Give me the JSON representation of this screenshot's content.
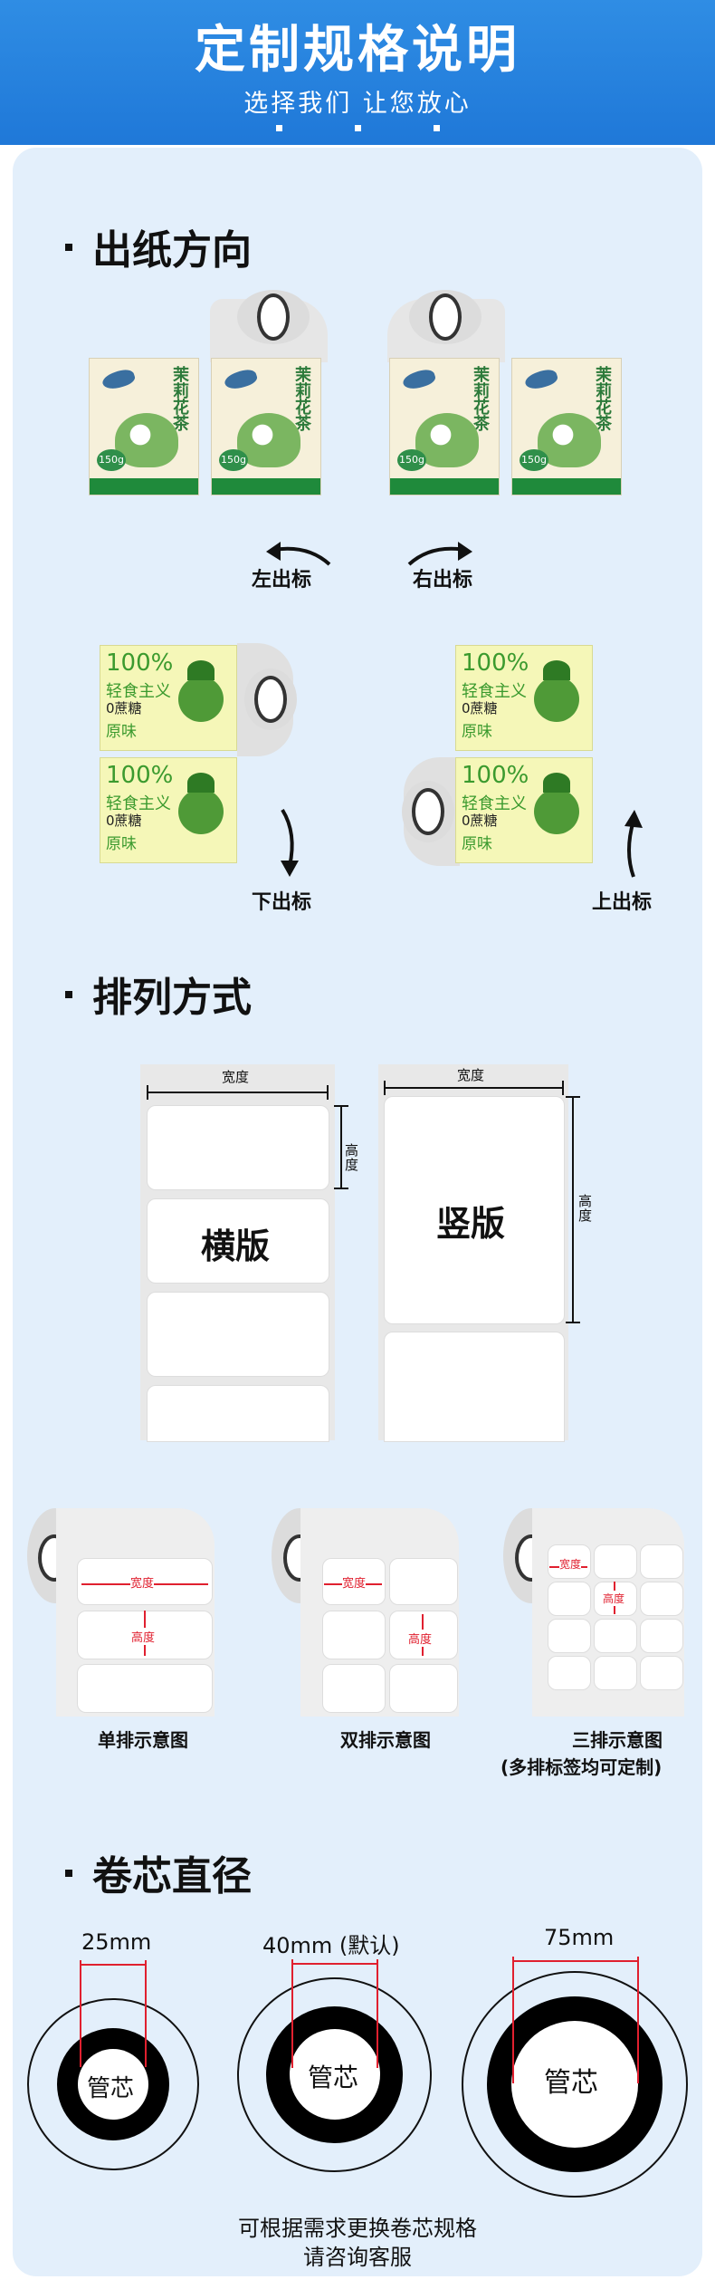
{
  "header": {
    "title": "定制规格说明",
    "subtitle": "选择我们  让您放心"
  },
  "sections": {
    "direction": {
      "title": "出纸方向",
      "labels": {
        "left": "左出标",
        "right": "右出标",
        "down": "下出标",
        "up": "上出标"
      },
      "jasmine_label": {
        "name": "茉莉花茶",
        "weight": "150g"
      },
      "lime_label": {
        "pct": "100%",
        "line2": "轻食主义",
        "line3": "0蔗糖",
        "line4": "原味"
      }
    },
    "arrangement": {
      "title": "排列方式",
      "width_label": "宽度",
      "height_label": "高度",
      "horizontal_label": "横版",
      "vertical_label": "竖版",
      "single_caption": "单排示意图",
      "double_caption": "双排示意图",
      "triple_caption": "三排示意图",
      "triple_note": "(多排标签均可定制)"
    },
    "core": {
      "title": "卷芯直径",
      "sizes": [
        "25mm",
        "40mm (默认)",
        "75mm"
      ],
      "core_label": "管芯",
      "footer_line1": "可根据需求更换卷芯规格",
      "footer_line2": "请咨询客服"
    }
  },
  "colors": {
    "header_blue": "#2f8de4",
    "panel_bg": "#e3effb",
    "measure_red": "#e0202f"
  }
}
